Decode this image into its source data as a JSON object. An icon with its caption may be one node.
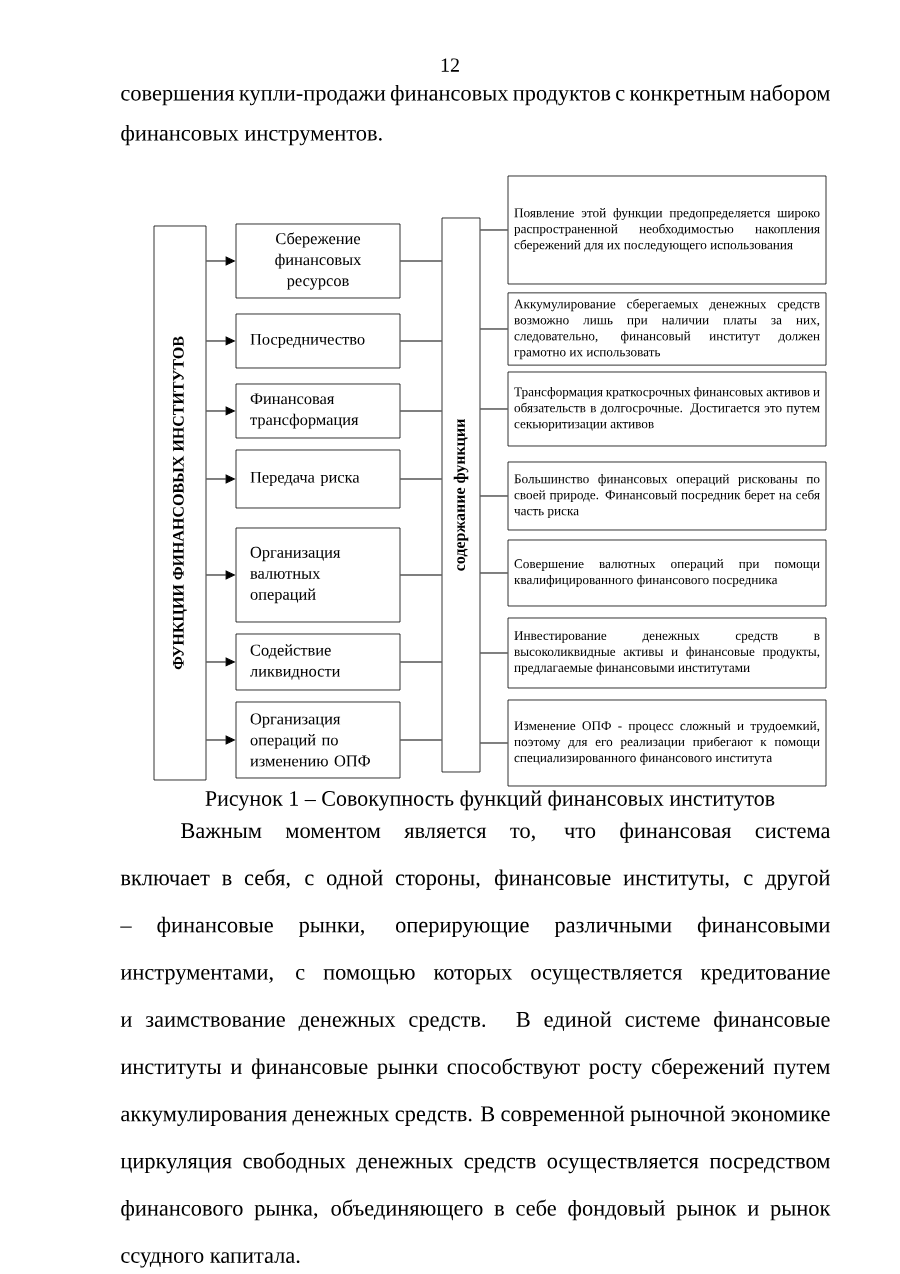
{
  "diagram": {
    "caption": "Рисунок 1 – Совокупность функций финансовых институтов",
    "nodes": [
      {
        "text": [
          "ФУНКЦИИ ФИНАНСОВЫХ ИНСТИТУТОВ"
        ]
      },
      {
        "text": [
          "Сбережение финансовых ресурсов"
        ]
      },
      {
        "text": [
          "Посредничество"
        ]
      },
      {
        "text": [
          "Финансовая трансформация"
        ]
      },
      {
        "text": [
          "Передача риска"
        ]
      },
      {
        "text": [
          "Организация валютных операций"
        ]
      },
      {
        "text": [
          "Содействие ликвидности"
        ]
      },
      {
        "text": [
          "Организация операций по изменению ОПФ"
        ]
      },
      {
        "text": [
          "содержание функции"
        ]
      },
      {
        "text": [
          "Появление этой функции предопределяется широко распространенной необходимостью накопления сбережений для их последующего использования"
        ]
      },
      {
        "text": [
          "Аккумулирование сберегаемых денежных средств возможно лишь при наличии платы за них, следовательно, финансовый институт должен грамотно их использовать"
        ]
      },
      {
        "text": [
          "Трансформация краткосрочных финансовых активов и обязательств в долгосрочные. Достигается это путем секьюритизации активов"
        ]
      },
      {
        "text": [
          "Большинство финансовых операций рискованы по своей природе. Финансовый посредник берет на себя часть риска"
        ]
      },
      {
        "text": [
          "Совершение валютных операций при помощи квалифицированного финансового посредника"
        ]
      },
      {
        "text": [
          "Инвестирование денежных средств в высоколиквидные активы и финансовые продукты, предлагаемые финансовыми институтами"
        ]
      },
      {
        "text": [
          "Изменение ОПФ - процесс сложный и трудоемкий, поэтому для его реализации прибегают к помощи специализированного финансового института"
        ]
      }
    ],
    "edges": [
      {
        "from": 0,
        "to": 1,
        "arrow": "to"
      },
      {
        "from": 0,
        "to": 2,
        "arrow": "to"
      },
      {
        "from": 0,
        "to": 3,
        "arrow": "to"
      },
      {
        "from": 0,
        "to": 4,
        "arrow": "to"
      },
      {
        "from": 0,
        "to": 5,
        "arrow": "to"
      },
      {
        "from": 0,
        "to": 6,
        "arrow": "to"
      },
      {
        "from": 0,
        "to": 7,
        "arrow": "to"
      },
      {
        "from": 1,
        "to": 8,
        "arrow": "none"
      },
      {
        "from": 2,
        "to": 8,
        "arrow": "none"
      },
      {
        "from": 3,
        "to": 8,
        "arrow": "none"
      },
      {
        "from": 4,
        "to": 8,
        "arrow": "none"
      },
      {
        "from": 5,
        "to": 8,
        "arrow": "none"
      },
      {
        "from": 6,
        "to": 8,
        "arrow": "none"
      },
      {
        "from": 7,
        "to": 8,
        "arrow": "none"
      },
      {
        "from": 8,
        "to": 9,
        "arrow": "none"
      },
      {
        "from": 8,
        "to": 10,
        "arrow": "none"
      },
      {
        "from": 8,
        "to": 11,
        "arrow": "none"
      },
      {
        "from": 8,
        "to": 12,
        "arrow": "none"
      },
      {
        "from": 8,
        "to": 13,
        "arrow": "none"
      },
      {
        "from": 8,
        "to": 14,
        "arrow": "none"
      },
      {
        "from": 8,
        "to": 15,
        "arrow": "none"
      }
    ],
    "labels": [
      "12",
      "совершения купли-продажи финансовых продуктов с конкретным набором финансовых инструментов.",
      "Важным моментом является то, что финансовая система включает в себя, с одной стороны, финансовые институты, с другой – финансовые рынки, оперирующие различными финансовыми инструментами, с помощью которых осуществляется кредитование и заимствование денежных средств. В единой системе финансовые институты и финансовые рынки способствуют росту сбережений путем аккумулирования денежных средств. В современной рыночной экономике циркуляция свободных денежных средств осуществляется посредством финансового рынка, объединяющего в себе фондовый рынок и рынок ссудного капитала."
    ]
  }
}
